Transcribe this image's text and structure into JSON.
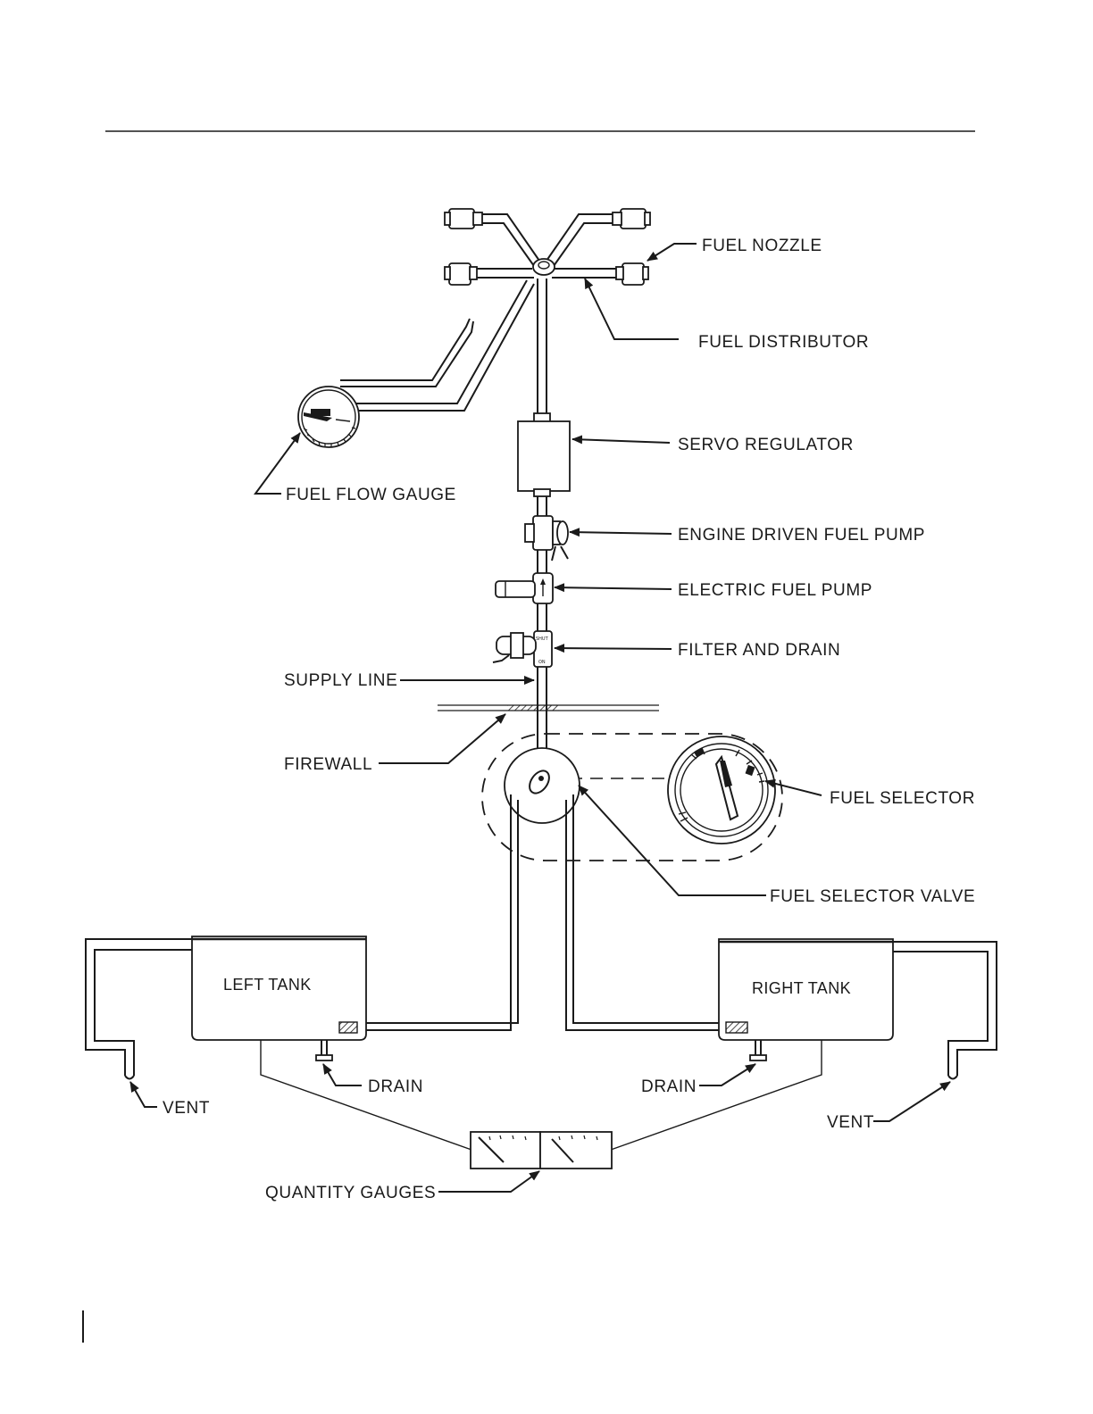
{
  "labels": {
    "fuel_nozzle": "FUEL NOZZLE",
    "fuel_distributor": "FUEL DISTRIBUTOR",
    "servo_regulator": "SERVO REGULATOR",
    "fuel_flow_gauge": "FUEL FLOW GAUGE",
    "engine_driven_fuel_pump": "ENGINE DRIVEN FUEL PUMP",
    "electric_fuel_pump": "ELECTRIC FUEL PUMP",
    "filter_and_drain": "FILTER AND DRAIN",
    "supply_line": "SUPPLY LINE",
    "firewall": "FIREWALL",
    "fuel_selector": "FUEL SELECTOR",
    "fuel_selector_valve": "FUEL SELECTOR VALVE",
    "left_tank": "LEFT TANK",
    "right_tank": "RIGHT TANK",
    "drain_left": "DRAIN",
    "drain_right": "DRAIN",
    "vent_left": "VENT",
    "vent_right": "VENT",
    "quantity_gauges": "QUANTITY GAUGES"
  },
  "filter_markings": {
    "top": "SHUT",
    "bottom": "ON"
  },
  "colors": {
    "ink": "#1a1a1a",
    "paper": "#ffffff"
  }
}
